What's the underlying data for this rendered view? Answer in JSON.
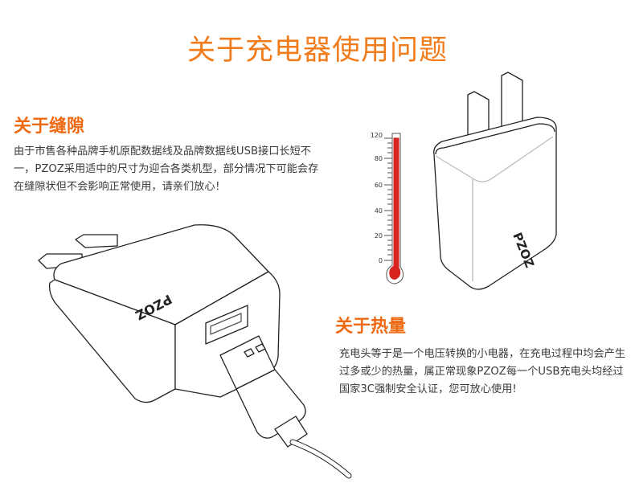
{
  "title": "关于充电器使用问题",
  "gap_section": {
    "heading": "关于缝隙",
    "body": "由于市售各种品牌手机原配数据线及品牌数据线USB接口长短不一，PZOZ采用适中的尺寸为迎合各类机型，部分情况下可能会存在缝隙状但不会影响正常使用，请亲们放心！"
  },
  "heat_section": {
    "heading": "关于热量",
    "body": "充电头等于是一个电压转换的小电器，在充电过程中均会产生过多或少的热量，属正常现象PZOZ每一个USB充电头均经过国家3C强制安全认证，您可放心使用!"
  },
  "thermometer": {
    "ticks": [
      "120",
      "80",
      "60",
      "40",
      "20",
      "0"
    ],
    "level_fraction": 0.98,
    "color": "#d8231f"
  },
  "brand_label": "PZOZ",
  "colors": {
    "title": "#f07c1c",
    "heading": "#ee6a12"
  }
}
